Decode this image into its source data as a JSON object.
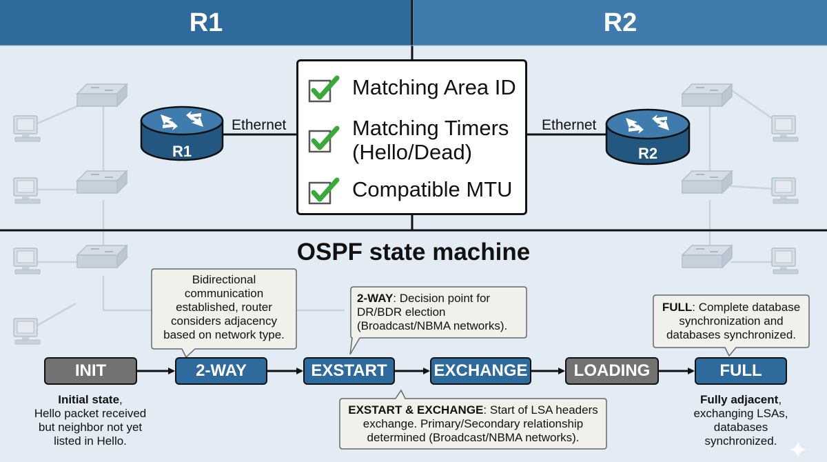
{
  "headers": {
    "left": "R1",
    "right": "R2"
  },
  "routers": {
    "left_label": "R1",
    "right_label": "R2"
  },
  "links": {
    "left_label": "Ethernet",
    "right_label": "Ethernet"
  },
  "checklist": [
    {
      "line1": "Matching Area ID",
      "line2": ""
    },
    {
      "line1": "Matching Timers",
      "line2": "(Hello/Dead)"
    },
    {
      "line1": "Compatible MTU",
      "line2": ""
    }
  ],
  "state_machine": {
    "title": "OSPF state machine",
    "states": [
      {
        "label": "INIT",
        "style": "gray"
      },
      {
        "label": "2-WAY",
        "style": "blue"
      },
      {
        "label": "EXSTART",
        "style": "blue"
      },
      {
        "label": "EXCHANGE",
        "style": "blue"
      },
      {
        "label": "LOADING",
        "style": "gray"
      },
      {
        "label": "FULL",
        "style": "blue"
      }
    ]
  },
  "callouts": {
    "bidirectional": {
      "lines": [
        "Bidirectional",
        "communication",
        "established, router",
        "considers adjacency",
        "based on network type."
      ]
    },
    "two_way": {
      "bold": "2-WAY",
      "rest1": ": Decision point for",
      "line2": "DR/BDR election",
      "line3": "(Broadcast/NBMA networks)."
    },
    "full": {
      "bold": "FULL",
      "rest1": ": Complete database",
      "line2": "synchronization and",
      "line3": "databases synchronized."
    },
    "exstart_exchange": {
      "bold": "EXSTART & EXCHANGE",
      "rest1": ": Start of LSA headers",
      "line2": "exchange. Primary/Secondary relationship",
      "line3": "determined (Broadcast/NBMA networks)."
    }
  },
  "descriptions": {
    "init": {
      "bold": "Initial state",
      "rest1": ",",
      "line2": "Hello packet received",
      "line3": "but neighbor not yet",
      "line4": "listed in Hello."
    },
    "full": {
      "bold": "Fully adjacent",
      "rest1": ",",
      "line2": "exchanging LSAs,",
      "line3": "databases",
      "line4": "synchronized."
    }
  },
  "colors": {
    "header_left": "#2f6a9c",
    "header_right": "#3f7bad",
    "state_blue": "#2f6a9c",
    "state_gray": "#727272",
    "check_green": "#3aa83a",
    "background": "#e3ecf4"
  },
  "icons": [
    "router-icon",
    "switch-icon",
    "computer-icon",
    "checkmark-icon",
    "sparkle-icon"
  ]
}
